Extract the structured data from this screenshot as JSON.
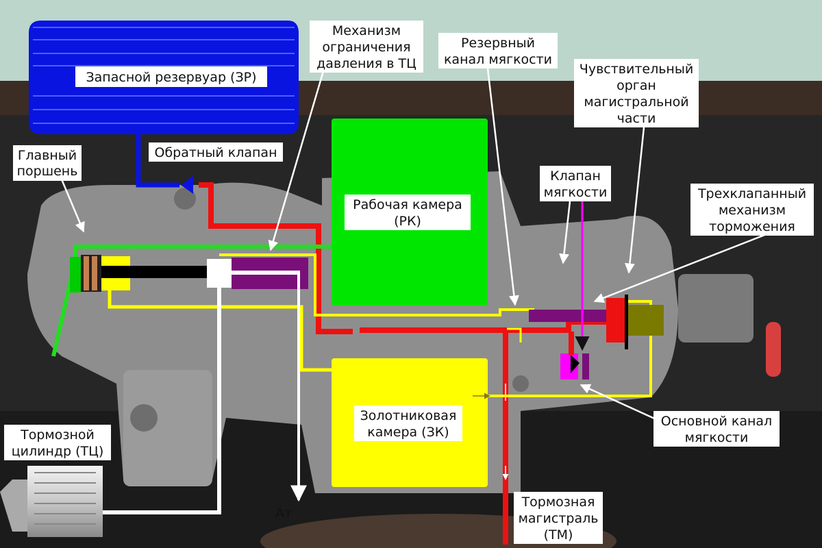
{
  "labels": {
    "reservoir": "Запасной резервуар (ЗР)",
    "check_valve": "Обратный клапан",
    "main_piston": [
      "Главный",
      "поршень"
    ],
    "pressure_limiter": [
      "Механизм",
      "ограничения",
      "давления в ТЦ"
    ],
    "reserve_channel": [
      "Резервный",
      "канал мягкости"
    ],
    "sensitive_organ": [
      "Чувствительный",
      "орган",
      "магистральной",
      "части"
    ],
    "softness_valve": [
      "Клапан",
      "мягкости"
    ],
    "three_valve": [
      "Трехклапанный",
      "механизм",
      "торможения"
    ],
    "working_chamber": [
      "Рабочая камера",
      "(РК)"
    ],
    "spool_chamber": [
      "Золотниковая",
      "камера (ЗК)"
    ],
    "main_channel": [
      "Основной канал",
      "мягкости"
    ],
    "brake_cylinder": [
      "Тормозной",
      "цилиндр (ТЦ)"
    ],
    "atmosphere": "Ат",
    "brake_line": [
      "Тормозная",
      "магистраль",
      "(ТМ)"
    ]
  },
  "colors": {
    "reservoir": "#0a14e0",
    "working_chamber": "#00e600",
    "spool_chamber": "#ffff00",
    "brake_line": "#ee1111",
    "limiter": "#7a0f7a",
    "softness": "#ff00ff",
    "atmosphere": "#ffffff",
    "sky": "#bcd6cc"
  }
}
